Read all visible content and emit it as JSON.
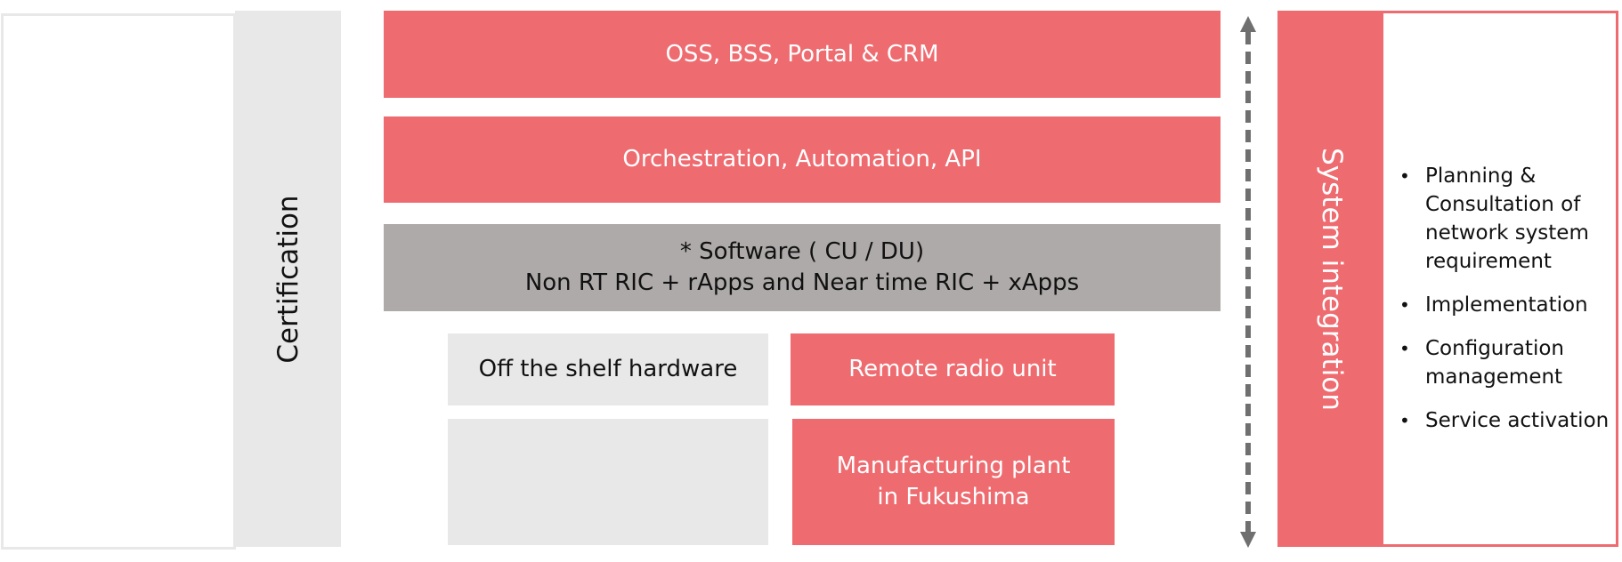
{
  "certification": {
    "label": "Certification"
  },
  "layers": {
    "oss": "OSS, BSS, Portal & CRM",
    "orchestration": "Orchestration,  Automation, API",
    "software_line1": "* Software ( CU / DU)",
    "software_line2": "Non RT RIC + rApps and Near time RIC + xApps"
  },
  "hardware": {
    "off_the_shelf": "Off the shelf hardware",
    "remote_radio_unit": "Remote radio unit",
    "plant_line1": "Manufacturing plant",
    "plant_line2": "in Fukushima"
  },
  "system_integration": {
    "label": "System integration",
    "activities": [
      "Planning & Consultation of network system requirement",
      "Implementation",
      "Configuration management",
      "Service activation"
    ]
  },
  "colors": {
    "accent_red": "#ee6b70",
    "software_grey": "#aeaaa9",
    "light_grey": "#e8e8e8",
    "arrow_grey": "#6f6f6f"
  }
}
